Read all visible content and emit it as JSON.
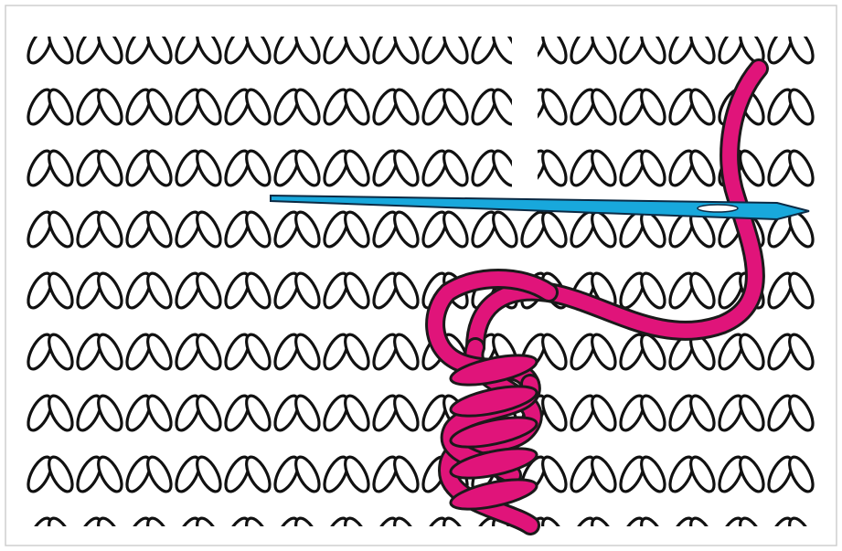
{
  "figure": {
    "colors": {
      "background": "#ffffff",
      "knit_outline": "#111111",
      "knit_fill": "#ffffff",
      "yarn": "#e0147a",
      "yarn_outline": "#1a1a1a",
      "needle": "#18a8dc",
      "needle_outline": "#0b2a44",
      "frame": "#cfcfcf"
    },
    "knit_rows": 8,
    "knit_columns": 16,
    "grafted_stitches": 5,
    "icons": [
      "knitting-needle-icon",
      "yarn-strand-icon"
    ]
  }
}
